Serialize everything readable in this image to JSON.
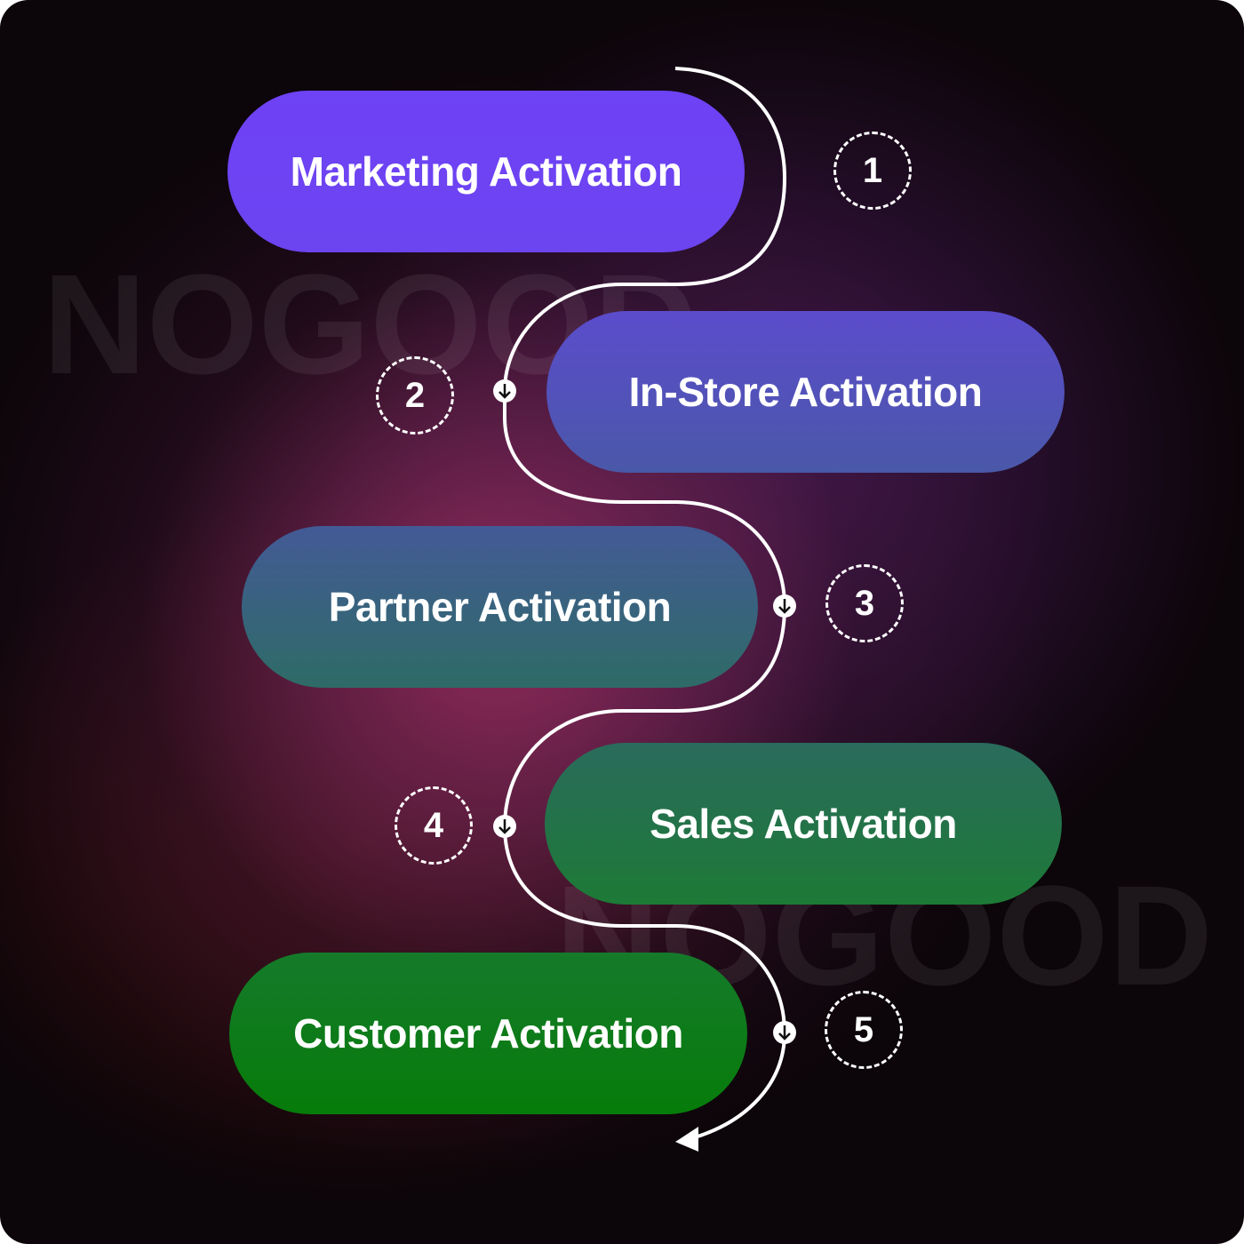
{
  "watermark": "NOGOOD",
  "steps": [
    {
      "number": "1",
      "label": "Marketing Activation",
      "colors": [
        "#6e42f5",
        "#6c44f0"
      ]
    },
    {
      "number": "2",
      "label": "In-Store Activation",
      "colors": [
        "#5b4ccc",
        "#4a58a8"
      ]
    },
    {
      "number": "3",
      "label": "Partner Activation",
      "colors": [
        "#435a96",
        "#2e6b66"
      ]
    },
    {
      "number": "4",
      "label": "Sales Activation",
      "colors": [
        "#2a6b5c",
        "#1d7a36"
      ]
    },
    {
      "number": "5",
      "label": "Customer Activation",
      "colors": [
        "#157a2a",
        "#067c0a"
      ]
    }
  ],
  "connector_icon": "arrow-down-icon"
}
